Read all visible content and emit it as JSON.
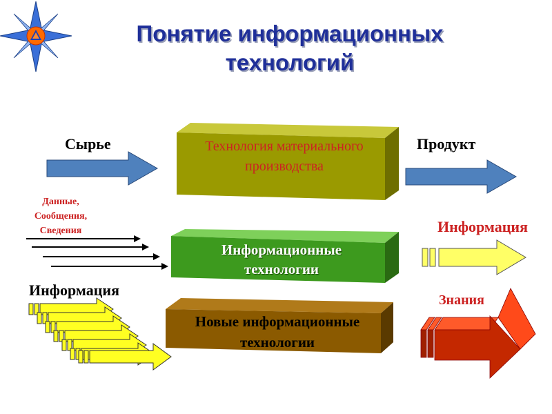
{
  "title": "Понятие информационных технологий",
  "top_row": {
    "left_label": "Сырье",
    "box_text": "Технология материального производства",
    "right_label": "Продукт"
  },
  "middle_row": {
    "left_label": "Данные, Сообщения, Сведения",
    "box_text": "Информационные технологии",
    "right_label": "Информация"
  },
  "bottom_row": {
    "left_label": "Информация",
    "box_text": "Новые информационные технологии",
    "right_label": "Знания"
  },
  "colors": {
    "title": "#1f2f99",
    "blue_arrow": "#4f81bd",
    "box_material": "#9a9a00",
    "box_it": "#3d9a1e",
    "box_new_it": "#8b5a00",
    "yellow_arrow": "#ffff66",
    "red_arrow": "#d42b00",
    "red_text": "#cc2222"
  },
  "icons": [
    "compass-emblem-icon"
  ]
}
